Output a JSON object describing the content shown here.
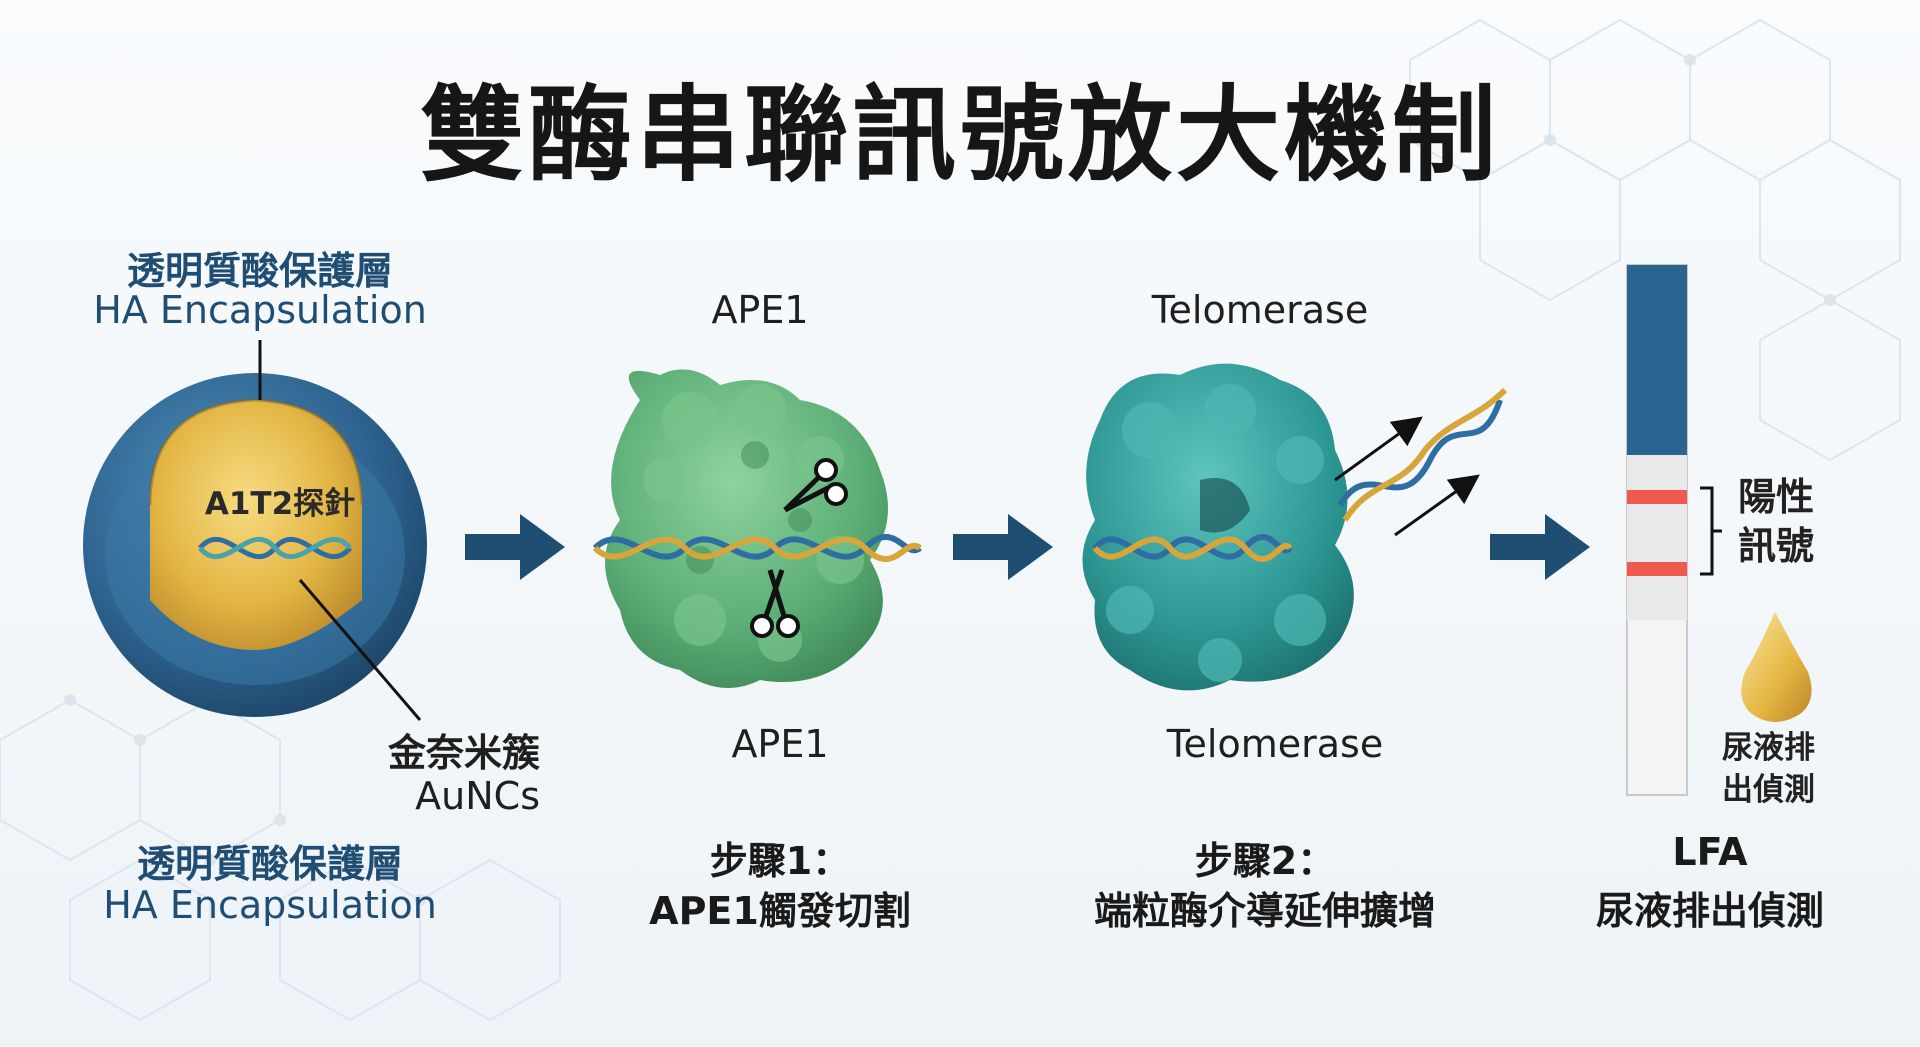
{
  "title": "雙酶串聯訊號放大機制",
  "nanoparticle": {
    "shell_label_top_zh": "透明質酸保護層",
    "shell_label_top_en": "HA Encapsulation",
    "shell_label_bottom_zh": "透明質酸保護層",
    "shell_label_bottom_en": "HA Encapsulation",
    "probe_label": "A1T2探針",
    "core_label_zh": "金奈米簇",
    "core_label_en": "AuNCs"
  },
  "ape1": {
    "label_top": "APE1",
    "label_bottom": "APE1",
    "step_line1": "步驟1：",
    "step_line2": "APE1觸發切割"
  },
  "telomerase": {
    "label_top": "Telomerase",
    "label_bottom": "Telomerase",
    "step_line1": "步驟2：",
    "step_line2": "端粒酶介導延伸擴增"
  },
  "lfa": {
    "positive_line1": "陽性",
    "positive_line2": "訊號",
    "urine_line1": "尿液排",
    "urine_line2": "出偵測",
    "step_line1": "LFA",
    "step_line2": "尿液排出偵測"
  },
  "colors": {
    "shell_blue": "#2f6f9e",
    "core_gold": "#e0b642",
    "ape1_green": "#5fb27a",
    "telomerase_teal": "#2f9a98",
    "arrow_navy": "#1e4f72",
    "test_line_red": "#ef5a50",
    "strip_blue": "#2a6591"
  }
}
